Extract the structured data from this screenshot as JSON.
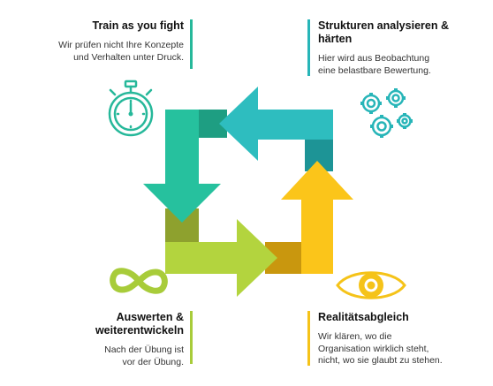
{
  "steps": [
    {
      "title": "Train as you fight",
      "desc1": "Wir prüfen nicht Ihre Konzepte",
      "desc2": "und  Verhalten unter Druck.",
      "icon": "stopwatch-icon",
      "color": "#26b89a"
    },
    {
      "title1": "Strukturen analysieren &",
      "title2": "härten",
      "desc1": "Hier wird aus Beobachtung",
      "desc2": "eine belastbare Bewertung.",
      "icon": "gears-icon",
      "color": "#27b5b8"
    },
    {
      "title1": "Auswerten &",
      "title2": "weiterentwickeln",
      "desc1": "Nach der Übung ist",
      "desc2": "vor der Übung.",
      "icon": "infinity-icon",
      "color": "#a8cc3a"
    },
    {
      "title": "Realitätsabgleich",
      "desc1": "Wir klären, wo die",
      "desc2": "Organisation wirklich steht,",
      "desc3": "nicht, wo sie glaubt zu stehen.",
      "icon": "eye-icon",
      "color": "#f5c319"
    }
  ]
}
